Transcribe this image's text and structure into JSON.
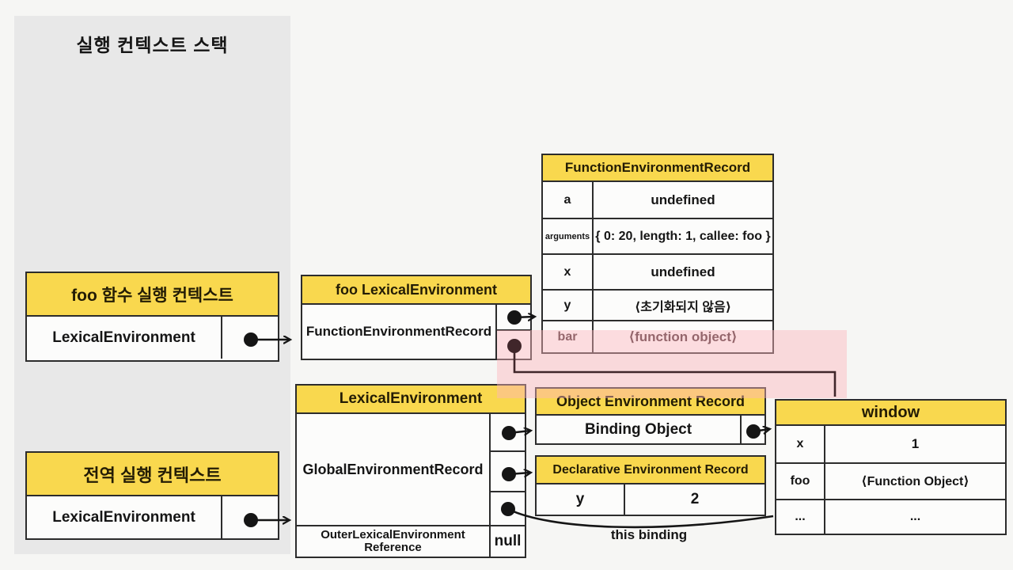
{
  "title": "실행 컨텍스트 스택",
  "colors": {
    "yellow_header": "#f9d84e",
    "panel_gray": "#e8e8e8",
    "page_bg": "#f6f6f4",
    "pink_highlight": "rgba(253,182,189,0.45)",
    "maroon_link": "#40262a",
    "border": "#2c2c2c"
  },
  "foo_context": {
    "header": "foo 함수 실행 컨텍스트",
    "row": "LexicalEnvironment"
  },
  "foo_lexenv": {
    "header": "foo LexicalEnvironment",
    "record": "FunctionEnvironmentRecord"
  },
  "func_env_table": {
    "header": "FunctionEnvironmentRecord",
    "rows": [
      {
        "key": "a",
        "value": "undefined"
      },
      {
        "key": "arguments",
        "value": "{ 0: 20, length: 1, callee: foo }"
      },
      {
        "key": "x",
        "value": "undefined"
      },
      {
        "key": "y",
        "value": "⟨초기화되지 않음⟩"
      },
      {
        "key": "bar",
        "value": "⟨function object⟩"
      }
    ]
  },
  "global_context": {
    "header": "전역 실행 컨텍스트",
    "row": "LexicalEnvironment"
  },
  "global_lexenv": {
    "header": "LexicalEnvironment",
    "record": "GlobalEnvironmentRecord",
    "outer_label": "OuterLexicalEnvironment Reference",
    "outer_value": "null"
  },
  "obj_env_record": {
    "header": "Object Environment Record",
    "row": "Binding Object"
  },
  "decl_env_record": {
    "header": "Declarative Environment Record",
    "rows": [
      {
        "key": "y",
        "value": "2"
      }
    ]
  },
  "window_table": {
    "header": "window",
    "rows": [
      {
        "key": "x",
        "value": "1"
      },
      {
        "key": "foo",
        "value": "⟨Function Object⟩"
      },
      {
        "key": "...",
        "value": "..."
      }
    ]
  },
  "annotations": {
    "this_binding": "this binding"
  }
}
